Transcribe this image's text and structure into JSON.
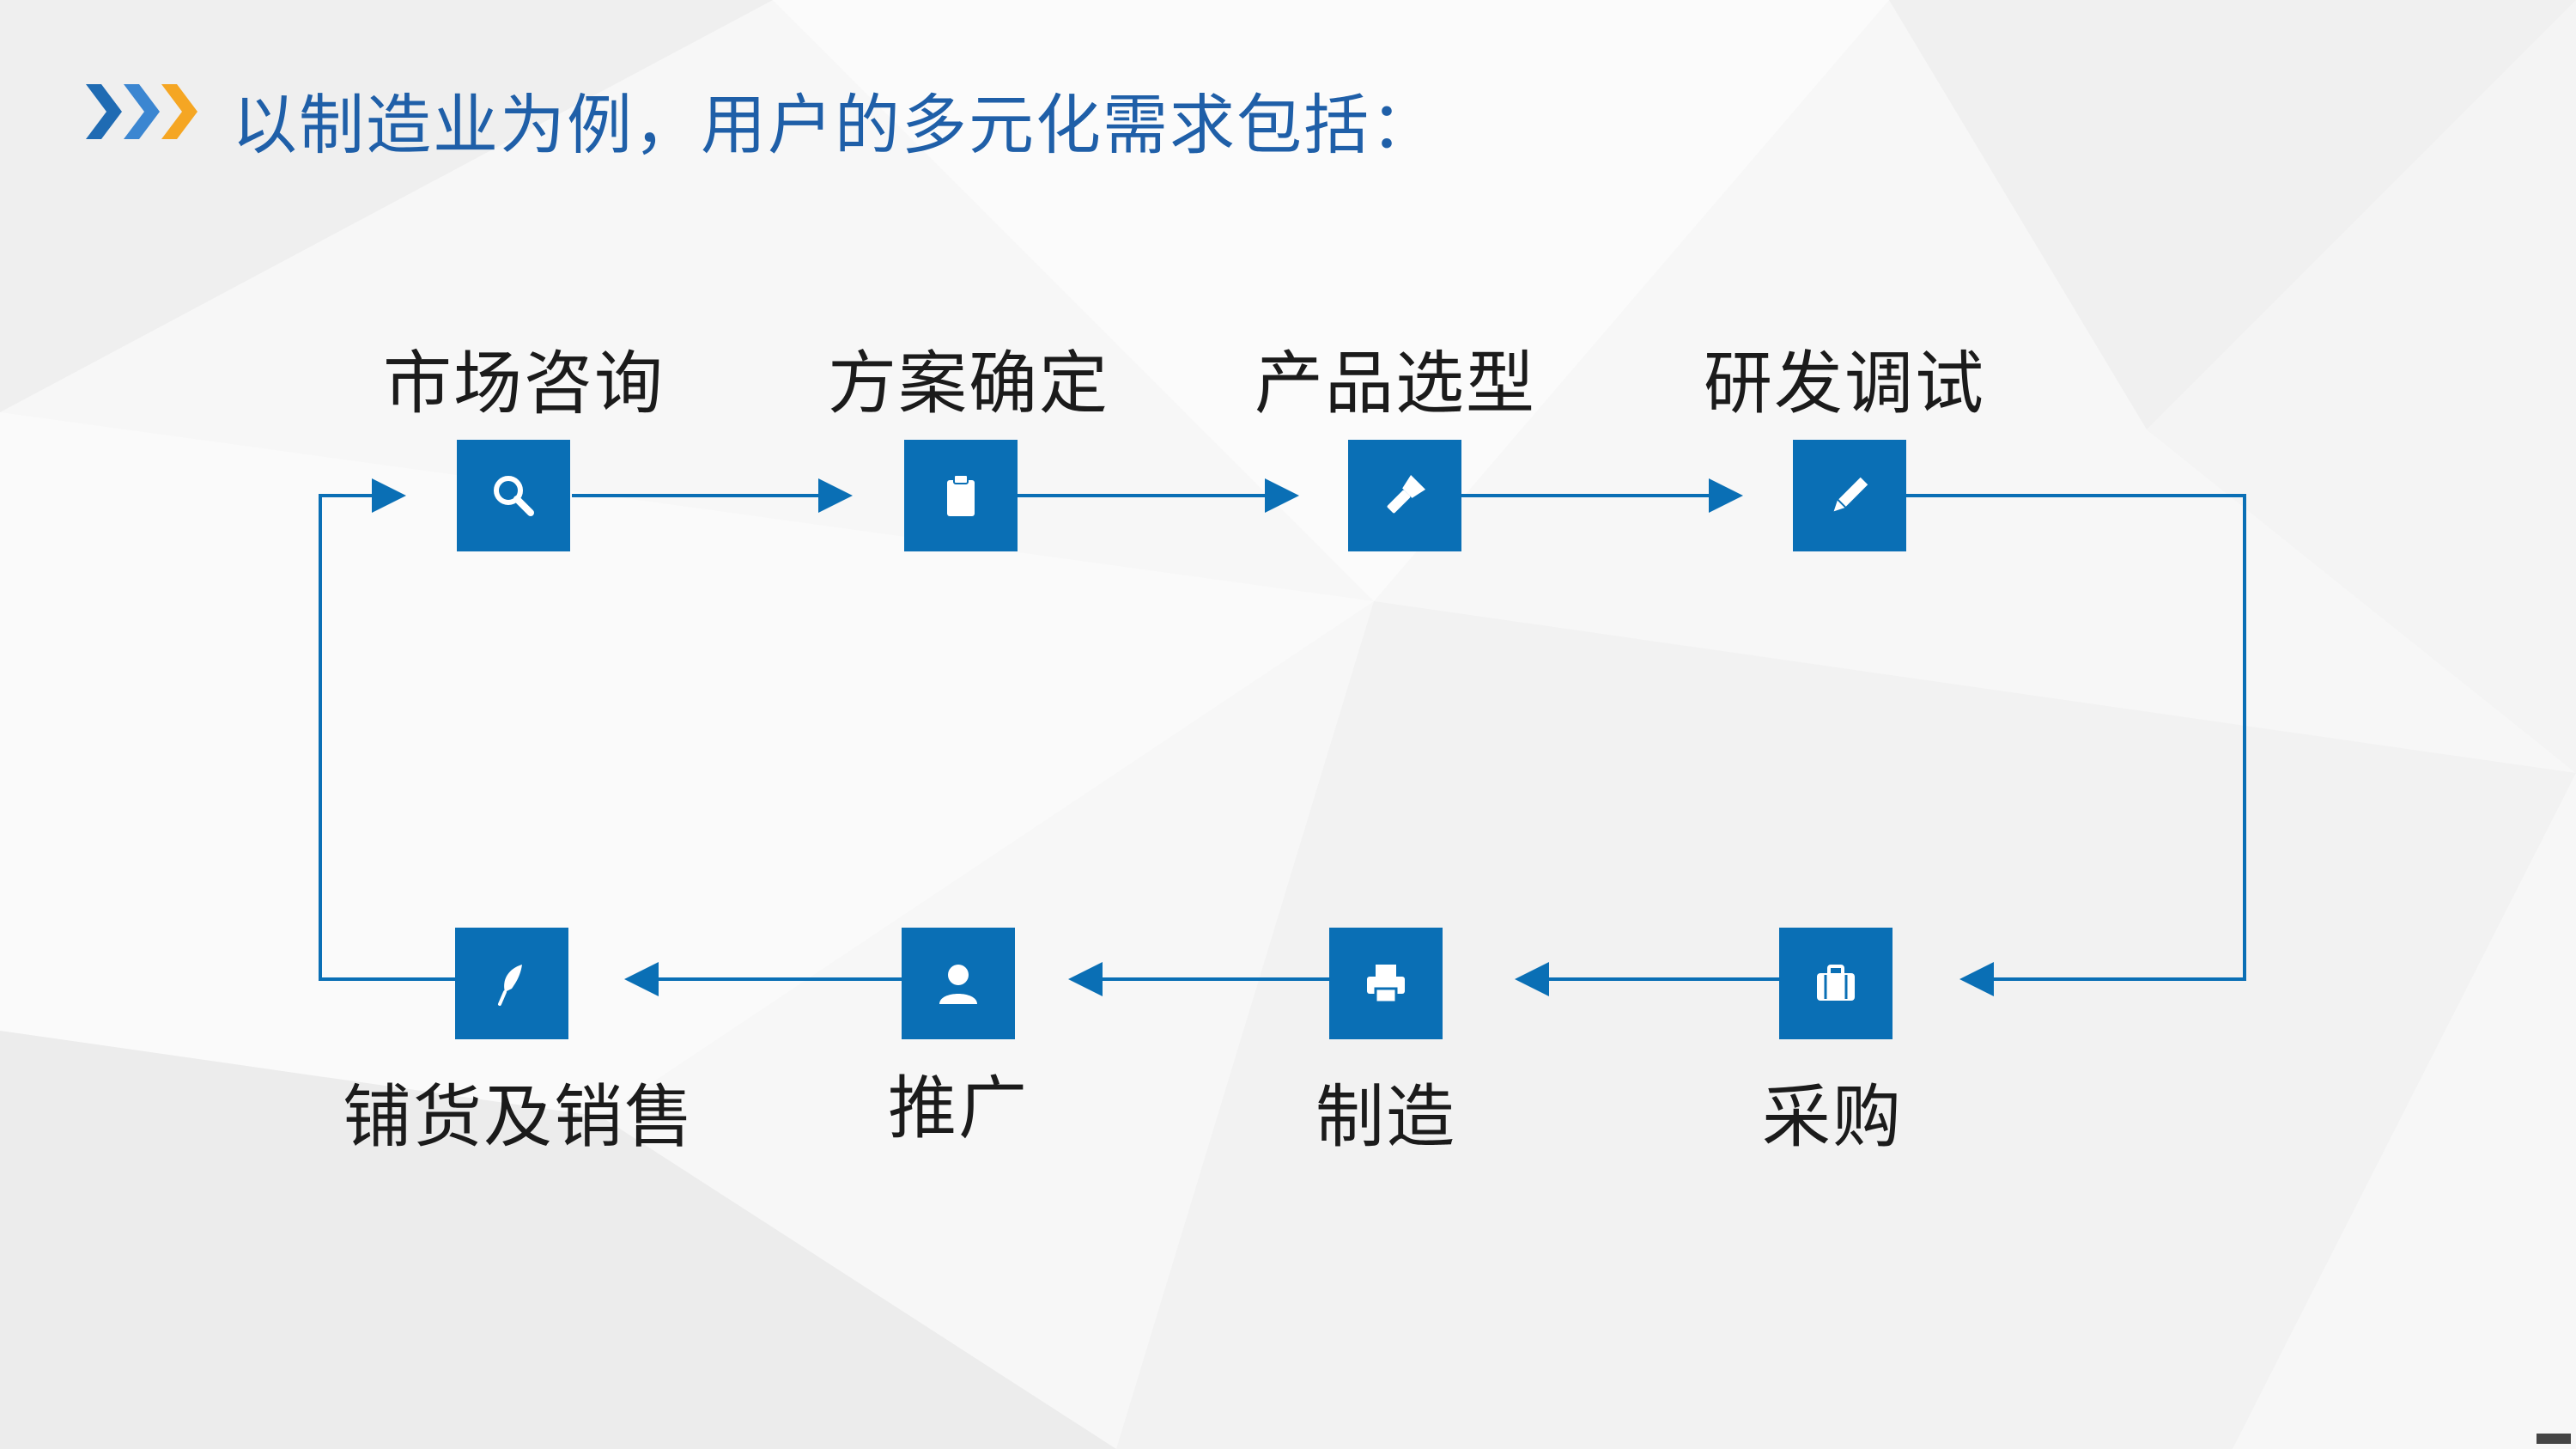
{
  "header": {
    "title": "以制造业为例，用户的多元化需求包括："
  },
  "colors": {
    "accent": "#0a6fb5",
    "title": "#1f5fa8",
    "chevron_blue": "#1f6bb3",
    "chevron_orange": "#f5a623"
  },
  "flow": {
    "top_row": [
      {
        "label": "市场咨询",
        "icon": "search-icon"
      },
      {
        "label": "方案确定",
        "icon": "clipboard-icon"
      },
      {
        "label": "产品选型",
        "icon": "flashlight-icon"
      },
      {
        "label": "研发调试",
        "icon": "pencil-icon"
      }
    ],
    "bottom_row": [
      {
        "label": "铺货及销售",
        "icon": "feather-icon"
      },
      {
        "label": "推广",
        "icon": "user-icon"
      },
      {
        "label": "制造",
        "icon": "printer-icon"
      },
      {
        "label": "采购",
        "icon": "briefcase-icon"
      }
    ]
  }
}
